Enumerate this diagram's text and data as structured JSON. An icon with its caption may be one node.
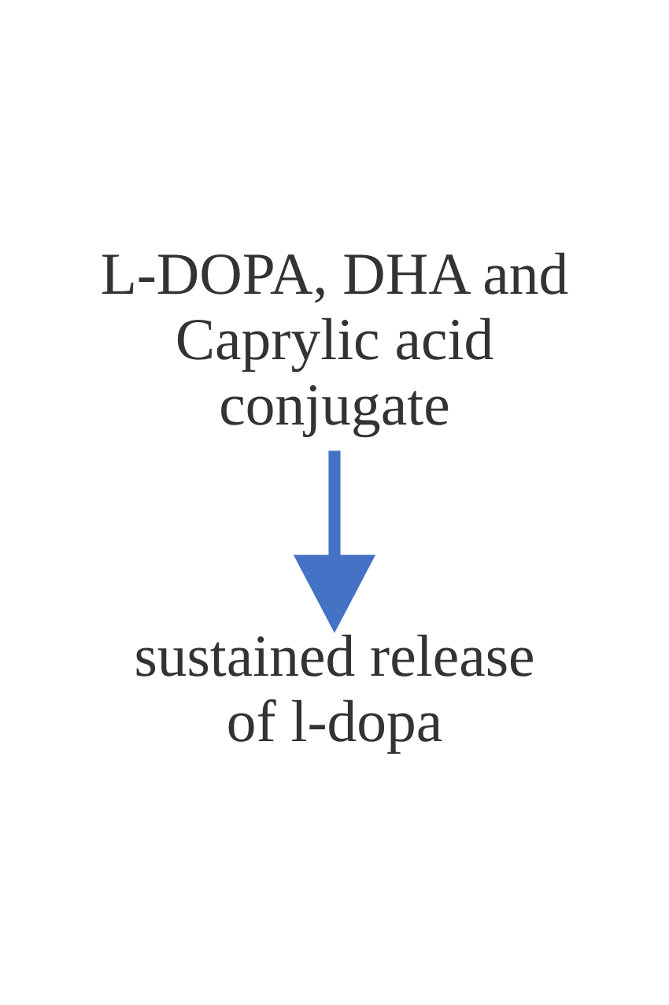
{
  "diagram": {
    "nodes": [
      {
        "text": [
          "L-DOPA, DHA and Caprylic acid conjugate"
        ]
      },
      {
        "text": [
          "sustained release of l-dopa"
        ]
      }
    ],
    "edges": [
      {
        "from": 0,
        "to": 1,
        "arrow": "to",
        "color": "#4472c4"
      }
    ]
  }
}
